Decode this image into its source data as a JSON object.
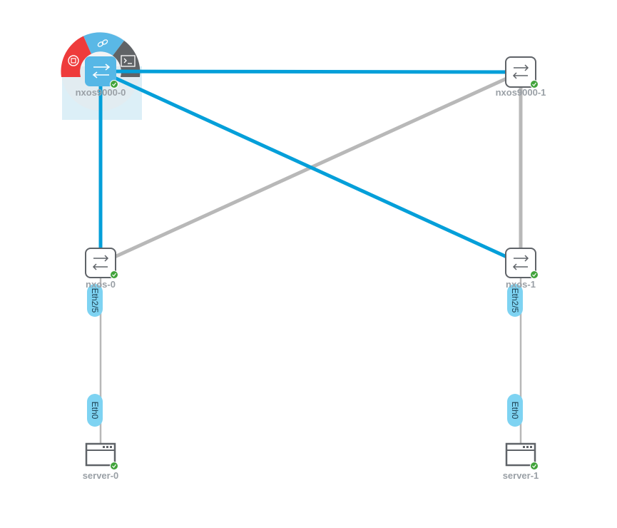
{
  "colors": {
    "active_link": "#049fd9",
    "inactive_link": "#b8b8b8",
    "access_link": "#b8b8b8",
    "node_border": "#5f6368",
    "node_fill": "#ffffff",
    "selected_node_fill": "#56b7e6",
    "status_ok": "#41a33a",
    "iface_badge": "#7ed3f2",
    "menu_stop": "#ee3b3b",
    "menu_link": "#5ab8e6",
    "menu_console": "#606366",
    "selection_box": "#d6ecf6",
    "label": "#9aa0a6"
  },
  "nodes": {
    "spine0": {
      "label": "nxos9000-0",
      "type": "switch",
      "status": "ok",
      "selected": true
    },
    "spine1": {
      "label": "nxos9000-1",
      "type": "switch",
      "status": "ok",
      "selected": false
    },
    "leaf0": {
      "label": "nxos-0",
      "type": "switch",
      "status": "ok",
      "selected": false
    },
    "leaf1": {
      "label": "nxos-1",
      "type": "switch",
      "status": "ok",
      "selected": false
    },
    "server0": {
      "label": "server-0",
      "type": "server",
      "status": "ok",
      "selected": false
    },
    "server1": {
      "label": "server-1",
      "type": "server",
      "status": "ok",
      "selected": false
    }
  },
  "links": [
    {
      "from": "spine0",
      "to": "spine1",
      "state": "active"
    },
    {
      "from": "spine0",
      "to": "leaf0",
      "state": "active"
    },
    {
      "from": "spine0",
      "to": "leaf1",
      "state": "active"
    },
    {
      "from": "spine1",
      "to": "leaf0",
      "state": "inactive"
    },
    {
      "from": "spine1",
      "to": "leaf1",
      "state": "inactive"
    },
    {
      "from": "leaf0",
      "to": "server0",
      "state": "access",
      "iface_a": "Eth2/5",
      "iface_b": "Eth0"
    },
    {
      "from": "leaf1",
      "to": "server1",
      "state": "access",
      "iface_a": "Eth2/5",
      "iface_b": "Eth0"
    }
  ],
  "interfaces": {
    "leaf0_iface": "Eth2/5",
    "server0_iface": "Eth0",
    "leaf1_iface": "Eth2/5",
    "server1_iface": "Eth0"
  },
  "context_menu": {
    "target": "spine0",
    "items": [
      {
        "name": "stop",
        "icon": "stop-icon"
      },
      {
        "name": "link",
        "icon": "link-icon"
      },
      {
        "name": "console",
        "icon": "console-icon"
      }
    ]
  }
}
